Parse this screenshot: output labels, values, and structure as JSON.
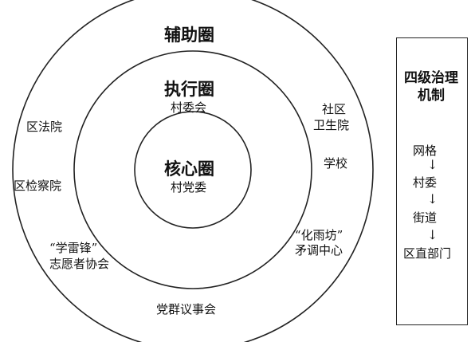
{
  "diagram": {
    "outer_circle": {
      "title": "辅助圈",
      "members": [
        "区法院",
        "区检察院",
        "“学雷锋”",
        "志愿者协会",
        "党群议事会",
        "“化雨坊”",
        "矛调中心",
        "学校",
        "社区",
        "卫生院"
      ]
    },
    "middle_circle": {
      "title": "执行圈",
      "subtitle": "村委会"
    },
    "inner_circle": {
      "title": "核心圈",
      "subtitle": "村党委"
    }
  },
  "side_box": {
    "title_line1": "四级治理",
    "title_line2": "机制",
    "steps": [
      "网格",
      "村委",
      "街道",
      "区直部门"
    ],
    "arrow_glyph": "↓"
  }
}
